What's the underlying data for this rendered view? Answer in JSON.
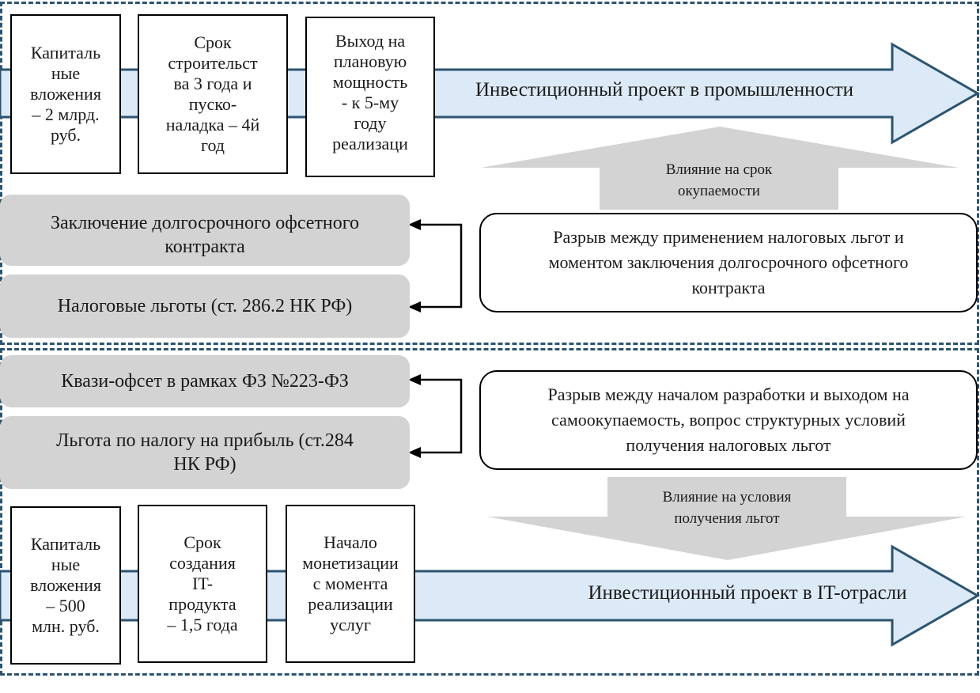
{
  "top": {
    "arrow_label": "Инвестиционный проект в промышленности",
    "boxes": [
      "Капиталь\nные\nвложения\n– 2 млрд.\nруб.",
      "Срок\nстроительст\nва 3 года и\nпуско-\nналадка – 4й\nгод",
      "Выход на\nплановую\nмощность\n- к 5-му\nгоду\nреализаци"
    ],
    "pills": [
      "Заключение долгосрочного офсетного\nконтракта",
      "Налоговые льготы (ст. 286.2 НК РФ)"
    ],
    "impact_label": "Влияние на срок\nокупаемости",
    "gap_box": "Разрыв между применением налоговых льгот и\nмоментом заключения долгосрочного офсетного\nконтракта"
  },
  "bottom": {
    "arrow_label": "Инвестиционный проект в IT-отрасли",
    "boxes": [
      "Капиталь\nные\nвложения\n– 500\nмлн. руб.",
      "Срок\nсоздания\nIT-\nпродукта\n– 1,5 года",
      "Начало\nмонетизации\nс момента\nреализации\nуслуг"
    ],
    "pills": [
      "Квази-офсет в рамках ФЗ №223-ФЗ",
      "Льгота по налогу на прибыль (ст.284\nНК РФ)"
    ],
    "impact_label": "Влияние на условия\nполучения льгот",
    "gap_box": "Разрыв между началом разработки и выходом на\nсамоокупаемость, вопрос структурных условий\nполучения налоговых льгот"
  },
  "colors": {
    "arrow_fill": "#dce9f6",
    "arrow_stroke": "#2c5470",
    "frame": "#2c5470",
    "pill_fill": "#d3d3d3",
    "impact_fill": "#d3d3d3"
  }
}
